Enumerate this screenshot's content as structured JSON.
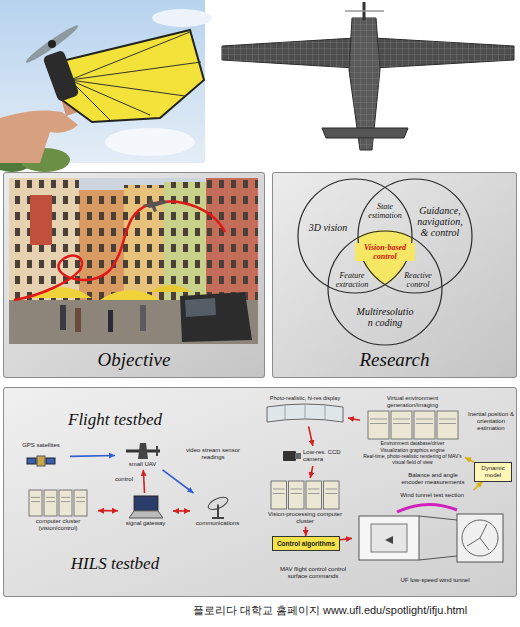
{
  "diagram": {
    "caption": "플로리다 대학교 홈페이지 www.ufl.edu/spotlight/ifju.html",
    "nodes": [
      {
        "text": [
          "Objective"
        ]
      },
      {
        "text": [
          "Research"
        ]
      },
      {
        "text": [
          "3D vision"
        ],
        "in": 1
      },
      {
        "text": [
          "Guidance, navigation, & control"
        ],
        "in": 1
      },
      {
        "text": [
          "Multiresolutio n coding"
        ],
        "in": 1
      },
      {
        "text": [
          "Flight testbed",
          "HILS testbed"
        ]
      },
      {
        "text": [
          "GPS satellites"
        ],
        "in": 5
      },
      {
        "text": [
          "small UAV"
        ],
        "in": 5
      },
      {
        "text": [
          "computer cluster (vision/control)"
        ],
        "in": 5
      },
      {
        "text": [
          "signal gateway"
        ],
        "in": 5
      },
      {
        "text": [
          "communications"
        ],
        "in": 5
      },
      {
        "text": [
          "Photo-realistic, hi-res display"
        ],
        "in": 5
      },
      {
        "text": [
          "Low-res. CCD camera"
        ],
        "in": 5
      },
      {
        "text": [
          "Vision-processing computer cluster"
        ],
        "in": 5
      },
      {
        "text": [
          "Control algorithms"
        ],
        "in": 5
      },
      {
        "text": [
          "Virtual environment generation/imaging",
          "Environment database/driver",
          "Visualization graphics engine",
          "Real-time, photo-realistic rendering of MAV's visual field of view"
        ],
        "in": 5
      },
      {
        "text": [
          "Dynamic model"
        ],
        "in": 5
      },
      {
        "text": [
          "Wind tunnel test section"
        ],
        "in": 5
      }
    ],
    "edges": [
      {
        "from": 6,
        "to": 7,
        "arrow": "to"
      },
      {
        "from": 7,
        "to": 10,
        "label": "video stream sensor readings",
        "arrow": "to"
      },
      {
        "from": 9,
        "to": 7,
        "label": "control",
        "arrow": "to"
      },
      {
        "from": 8,
        "to": 9,
        "arrow": "both"
      },
      {
        "from": 9,
        "to": 10,
        "arrow": "both"
      },
      {
        "from": 11,
        "to": 12,
        "arrow": "to"
      },
      {
        "from": 12,
        "to": 13,
        "arrow": "to"
      },
      {
        "from": 13,
        "to": 14,
        "arrow": "to"
      },
      {
        "from": 14,
        "to": 17,
        "label": "MAV flight control control surface commands",
        "arrow": "to"
      },
      {
        "from": 17,
        "to": 16,
        "label": "Balance and angle encoder measurements",
        "arrow": "to"
      },
      {
        "from": 16,
        "to": 15,
        "label": "Inertial position & orientation estimation",
        "arrow": "to"
      },
      {
        "from": 15,
        "to": 11,
        "arrow": "to"
      }
    ],
    "labels": [
      "State estimation",
      "Vision-based control",
      "Feature extraction",
      "Reactive control",
      "UF low-speed wind tunnel"
    ]
  }
}
